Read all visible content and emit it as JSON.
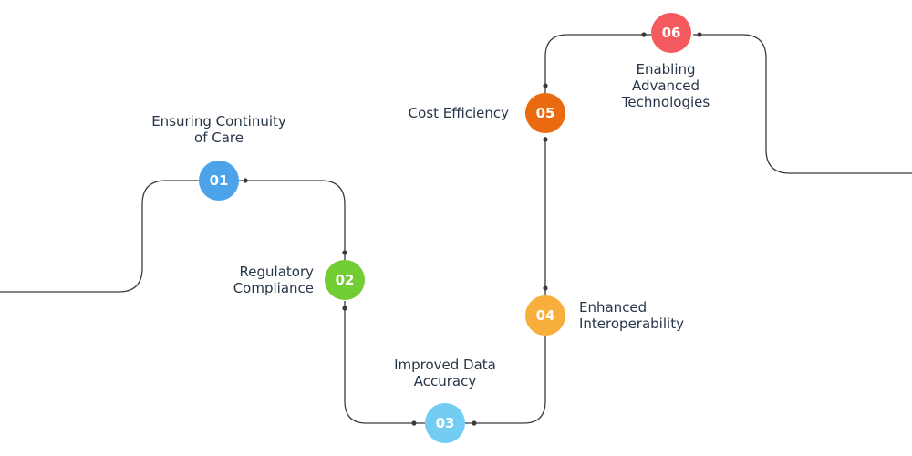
{
  "steps": [
    {
      "number": "01",
      "label_lines": [
        "Ensuring Continuity",
        "of Care"
      ],
      "color": "#4da3ea"
    },
    {
      "number": "02",
      "label_lines": [
        "Regulatory",
        "Compliance"
      ],
      "color": "#72cc34"
    },
    {
      "number": "03",
      "label_lines": [
        "Improved Data",
        "Accuracy"
      ],
      "color": "#73cdf3"
    },
    {
      "number": "04",
      "label_lines": [
        "Enhanced",
        "Interoperability"
      ],
      "color": "#f8ae3a"
    },
    {
      "number": "05",
      "label_lines": [
        "Cost Efficiency"
      ],
      "color": "#ea6a10"
    },
    {
      "number": "06",
      "label_lines": [
        "Enabling",
        "Advanced",
        "Technologies"
      ],
      "color": "#f55a5f"
    }
  ],
  "colors": {
    "line": "#3a3a3a",
    "text": "#263547",
    "background": "#ffffff"
  }
}
